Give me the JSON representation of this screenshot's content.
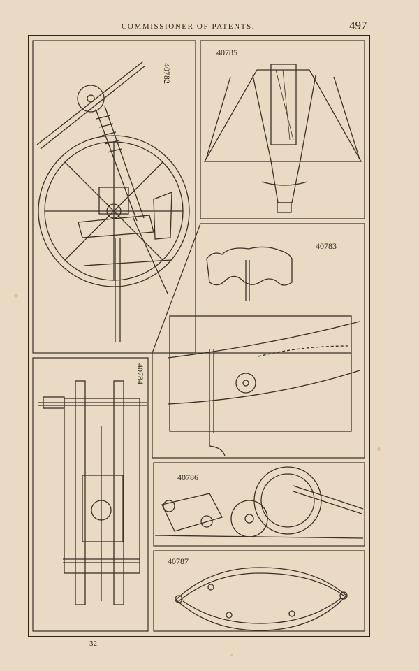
{
  "header": {
    "title": "COMMISSIONER OF PATENTS.",
    "page_number": "497"
  },
  "patents": [
    {
      "number": "40782"
    },
    {
      "number": "40785"
    },
    {
      "number": "40783"
    },
    {
      "number": "40784"
    },
    {
      "number": "40786"
    },
    {
      "number": "40787"
    }
  ],
  "footer": {
    "folio": "32"
  }
}
